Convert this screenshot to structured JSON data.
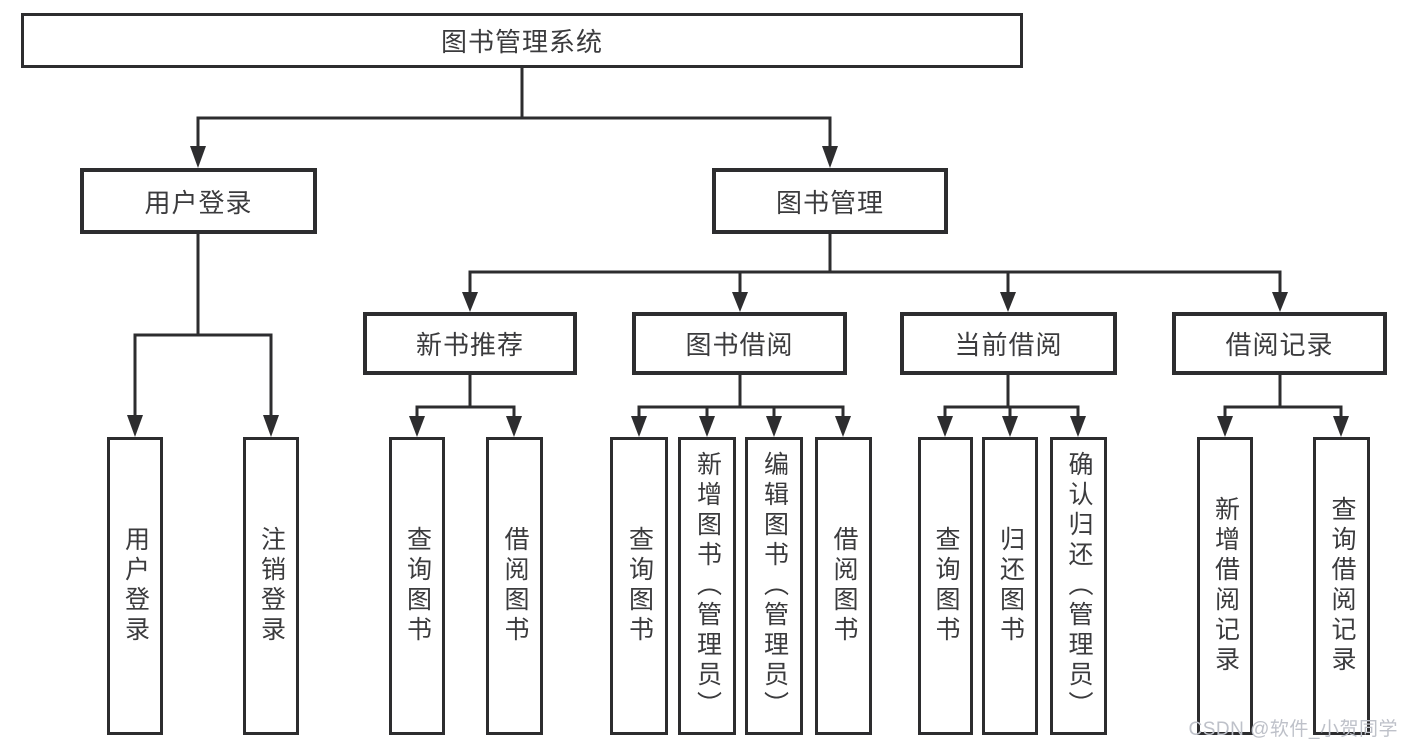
{
  "nodes": {
    "root": "图书管理系统",
    "user_login": "用户登录",
    "book_management": "图书管理",
    "new_book_recommend": "新书推荐",
    "book_borrowing": "图书借阅",
    "current_borrowing": "当前借阅",
    "borrowing_records": "借阅记录",
    "ul_user_login": "用户登录",
    "ul_logout": "注销登录",
    "nb_query_books": "查询图书",
    "nb_borrow_books": "借阅图书",
    "bb_query_books": "查询图书",
    "bb_add_books": "新增图书（管理员）",
    "bb_edit_books": "编辑图书（管理员）",
    "bb_borrow_books": "借阅图书",
    "cb_query_books": "查询图书",
    "cb_return_books": "归还图书",
    "cb_confirm_return": "确认归还（管理员）",
    "br_add_record": "新增借阅记录",
    "br_query_record": "查询借阅记录"
  },
  "hierarchy": {
    "图书管理系统": {
      "用户登录": [
        "用户登录",
        "注销登录"
      ],
      "图书管理": {
        "新书推荐": [
          "查询图书",
          "借阅图书"
        ],
        "图书借阅": [
          "查询图书",
          "新增图书（管理员）",
          "编辑图书（管理员）",
          "借阅图书"
        ],
        "当前借阅": [
          "查询图书",
          "归还图书",
          "确认归还（管理员）"
        ],
        "借阅记录": [
          "新增借阅记录",
          "查询借阅记录"
        ]
      }
    }
  },
  "watermark": "CSDN @软件_小贺同学",
  "colors": {
    "line": "#2d2d2f",
    "text": "#3b3b3d",
    "box_background": "#ffffff",
    "page_background": "#ffffff",
    "watermark": "#bec1c9"
  }
}
